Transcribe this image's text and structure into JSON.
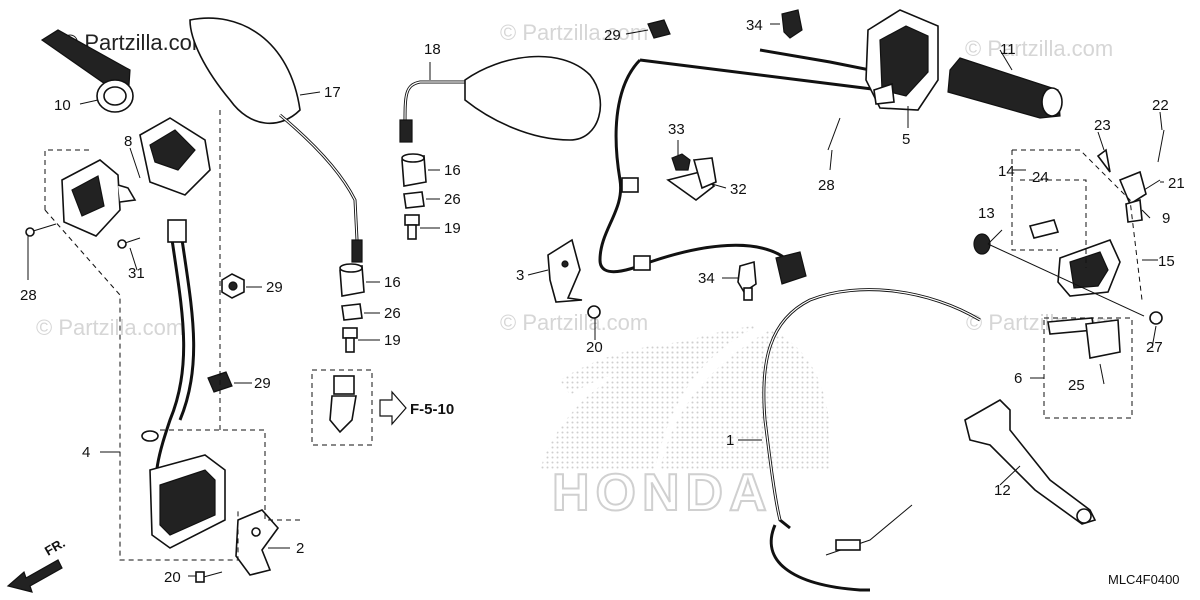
{
  "watermarks": {
    "top_left": "© Partzilla.com",
    "repeat": "© Partzilla.com"
  },
  "brand_logo": "HONDA",
  "diagram_code": "MLC4F0400",
  "reference": {
    "label": "F-5-10"
  },
  "front_indicator": "FR.",
  "callouts": {
    "c1": "1",
    "c2": "2",
    "c3": "3",
    "c4": "4",
    "c5": "5",
    "c6": "6",
    "c8": "8",
    "c9": "9",
    "c10": "10",
    "c11": "11",
    "c12": "12",
    "c13": "13",
    "c14": "14",
    "c15": "15",
    "c16a": "16",
    "c16b": "16",
    "c17": "17",
    "c18": "18",
    "c19a": "19",
    "c19b": "19",
    "c20a": "20",
    "c20b": "20",
    "c21": "21",
    "c22": "22",
    "c23": "23",
    "c24": "24",
    "c25": "25",
    "c26a": "26",
    "c26b": "26",
    "c27": "27",
    "c28a": "28",
    "c28b": "28",
    "c29a": "29",
    "c29b": "29",
    "c29c": "29",
    "c31": "31",
    "c32": "32",
    "c33": "33",
    "c34a": "34",
    "c34b": "34"
  }
}
